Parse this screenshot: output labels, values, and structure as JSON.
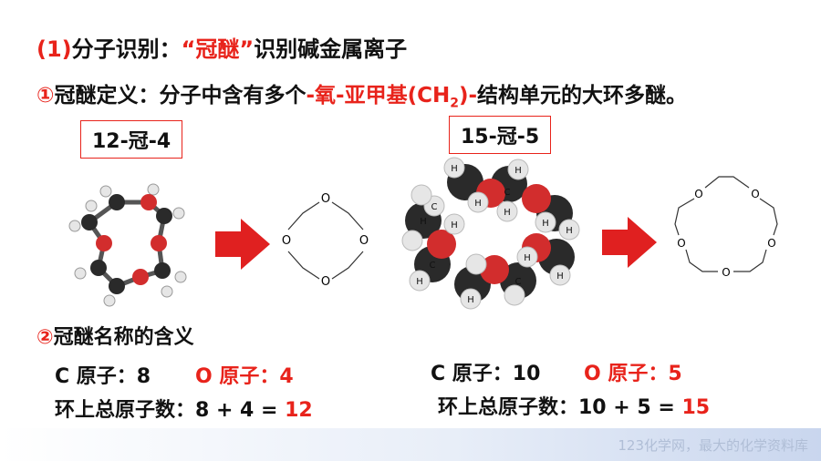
{
  "heading": {
    "prefix": "(1)",
    "text": "分子识别：",
    "term": "“冠醚”",
    "suffix": "识别碱金属离子"
  },
  "definition": {
    "marker": "①",
    "text_before": "冠醚定义：分子中含有多个",
    "highlight": "-氧-亚甲基(CH",
    "highlight_sub": "2",
    "highlight_end": ")-",
    "text_after": "结构单元的大环多醚。"
  },
  "examples": [
    {
      "label": "12-冠-4",
      "ring_atoms": [
        "O",
        "O",
        "O",
        "O"
      ],
      "c_line": "C 原子：8",
      "o_line": "O 原子：4",
      "total_line": "环上总原子数：8 + 4 = ",
      "total": "12"
    },
    {
      "label": "15-冠-5",
      "ring_atoms": [
        "O",
        "O",
        "O",
        "O",
        "O"
      ],
      "model_atoms": [
        "H",
        "H",
        "H",
        "C",
        "H",
        "H",
        "H",
        "H",
        "C",
        "H",
        "H",
        "C",
        "H",
        "H",
        "C",
        "H"
      ],
      "c_line": "C 原子：10",
      "o_line": "O 原子：5",
      "total_line": "环上总原子数：10 + 5 = ",
      "total": "15"
    }
  ],
  "section2": {
    "marker": "②",
    "text": "冠醚名称的含义"
  },
  "watermark": "123化学网，最大的化学资料库",
  "colors": {
    "accent": "#e8231b",
    "arrow": "#e02020",
    "oxygen": "#d22d2d",
    "carbon": "#2a2a2a",
    "hydrogen": "#e6e6e6"
  }
}
